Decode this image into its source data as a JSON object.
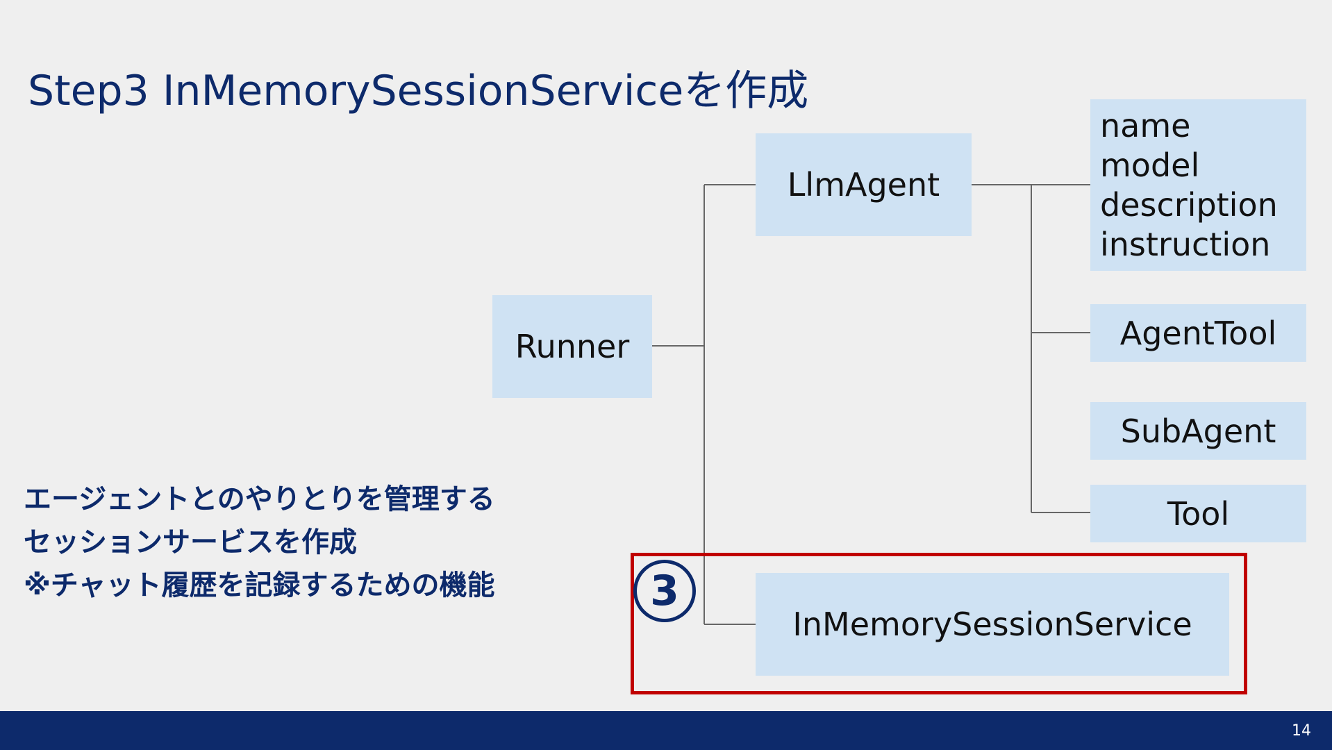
{
  "slide": {
    "title": "Step3 InMemorySessionServiceを作成",
    "page_number": "14"
  },
  "diagram": {
    "runner": "Runner",
    "llm_agent": "LlmAgent",
    "properties": [
      "name",
      "model",
      "description",
      "instruction"
    ],
    "agent_tool": "AgentTool",
    "sub_agent": "SubAgent",
    "tool": "Tool",
    "session_service": "InMemorySessionService",
    "step_marker": "3"
  },
  "description": {
    "lines": [
      "エージェントとのやりとりを管理する",
      "セッションサービスを作成",
      "※チャット履歴を記録するための機能"
    ]
  },
  "colors": {
    "accent": "#0d2a6b",
    "box_fill": "#cfe2f3",
    "highlight": "#c00000",
    "background": "#efefef"
  }
}
